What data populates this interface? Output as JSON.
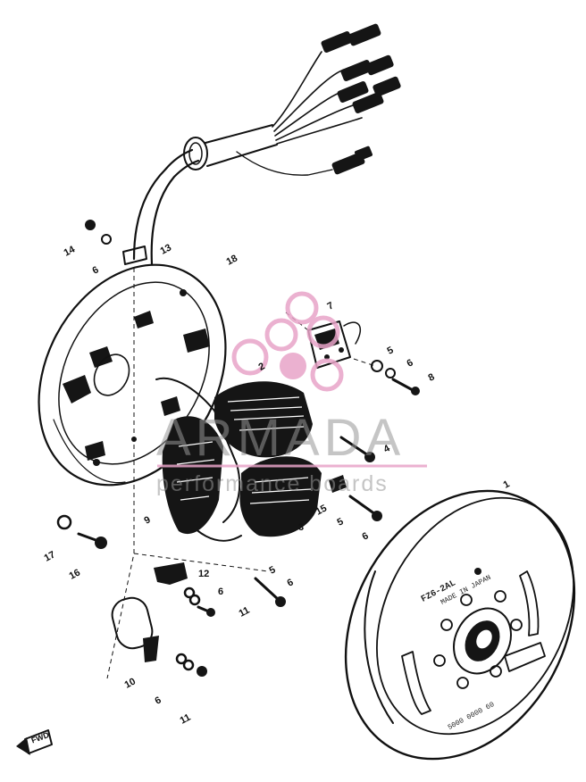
{
  "diagram": {
    "callouts": [
      {
        "id": "14",
        "text": "14"
      },
      {
        "id": "6a",
        "text": "6"
      },
      {
        "id": "13",
        "text": "13"
      },
      {
        "id": "18",
        "text": "18"
      },
      {
        "id": "7",
        "text": "7"
      },
      {
        "id": "2",
        "text": "2"
      },
      {
        "id": "5a",
        "text": "5"
      },
      {
        "id": "6b",
        "text": "6"
      },
      {
        "id": "8",
        "text": "8"
      },
      {
        "id": "4",
        "text": "4"
      },
      {
        "id": "15",
        "text": "15"
      },
      {
        "id": "5b",
        "text": "5"
      },
      {
        "id": "6c",
        "text": "6"
      },
      {
        "id": "9",
        "text": "9"
      },
      {
        "id": "3",
        "text": "3"
      },
      {
        "id": "1",
        "text": "1"
      },
      {
        "id": "17",
        "text": "17"
      },
      {
        "id": "16",
        "text": "16"
      },
      {
        "id": "12",
        "text": "12"
      },
      {
        "id": "5c",
        "text": "5"
      },
      {
        "id": "6d",
        "text": "6"
      },
      {
        "id": "6e",
        "text": "6"
      },
      {
        "id": "11a",
        "text": "11"
      },
      {
        "id": "10",
        "text": "10"
      },
      {
        "id": "6f",
        "text": "6"
      },
      {
        "id": "11b",
        "text": "11"
      }
    ],
    "rotor_markings": {
      "model": "FZ6-2AL",
      "made_in": "MADE IN JAPAN",
      "serial": "5000 0000 60"
    },
    "front_arrow_label": "FWD"
  },
  "watermark": {
    "brand": "ARMADA",
    "tagline": "performance boards",
    "accent_color": "#e8a4c8",
    "text_color": "#969696"
  }
}
